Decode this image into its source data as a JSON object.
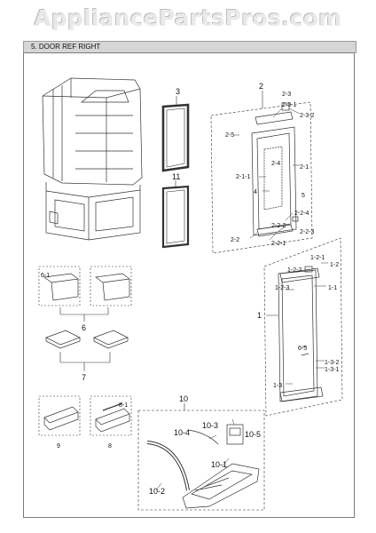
{
  "watermark": "AppliancePartsPros.com",
  "section_title": "5. DOOR REF RIGHT",
  "callouts": {
    "c2": "2",
    "c2_3": "2-3",
    "c2_3_1": "2-3-1",
    "c2_3_2": "2-3-2",
    "c2_5": "2-5",
    "c2_4": "2-4",
    "c2_1_1": "2-1-1",
    "c2_1": "2-1",
    "c4": "4",
    "c5": "5",
    "c2_2_4": "2-2-4",
    "c2_2_2": "2-2-2",
    "c2_2_3": "2-2-3",
    "c2_2": "2-2",
    "c2_2_1": "2-2-1",
    "c3": "3",
    "c11": "11",
    "c1_2_1": "1-2-1",
    "c1_2_2": "1-2-2",
    "c1_2": "1-2",
    "c1_2_3": "1-2-3",
    "c1_1": "1-1",
    "c1": "1",
    "c6_5": "6-5",
    "c1_3_2": "1-3-2",
    "c1_3_1": "1-3-1",
    "c1_3": "1-3",
    "c6_1": "6-1",
    "c6": "6",
    "c7": "7",
    "c8_1": "8-1",
    "c9": "9",
    "c8": "8",
    "c10": "10",
    "c10_3": "10-3",
    "c10_4": "10-4",
    "c10_5": "10-5",
    "c10_1": "10-1",
    "c10_2": "10-2"
  }
}
